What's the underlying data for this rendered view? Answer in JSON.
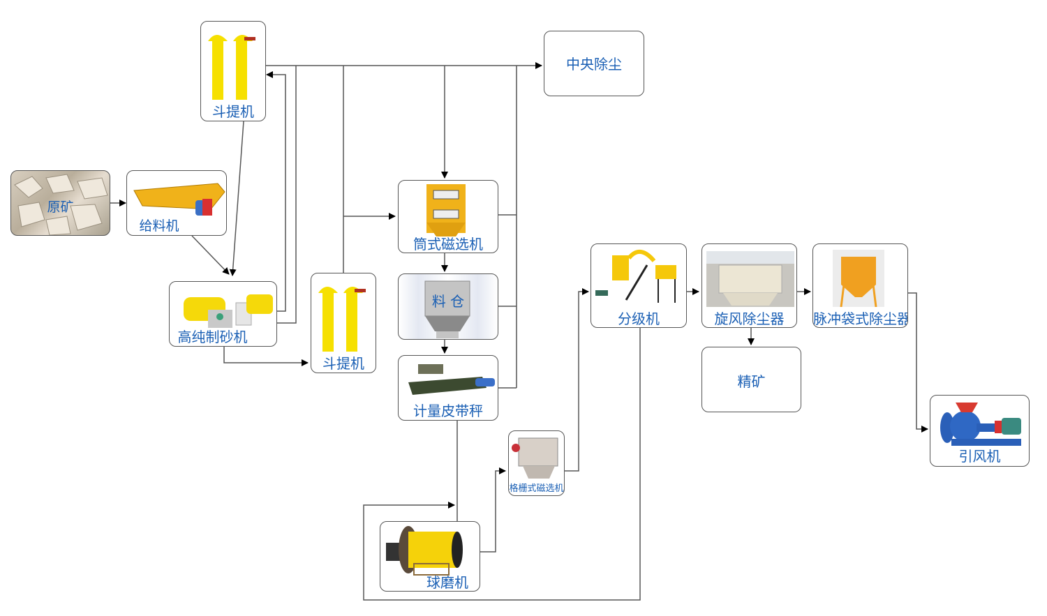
{
  "diagram": {
    "title": "高纯石英砂生产工艺流程",
    "colors": {
      "label": "#1a5fb4",
      "line": "#555555",
      "machine_yellow": "#f5d90a",
      "machine_orange": "#f0a020"
    },
    "nodes": {
      "raw_ore": {
        "label": "原矿",
        "icon": "rock-pile"
      },
      "feeder": {
        "label": "给料机",
        "icon": "vibrating-feeder"
      },
      "elevator_top": {
        "label": "斗提机",
        "icon": "bucket-elevator"
      },
      "sand_maker": {
        "label": "高纯制砂机",
        "icon": "sand-making-machine"
      },
      "elevator_mid": {
        "label": "斗提机",
        "icon": "bucket-elevator"
      },
      "drum_separator": {
        "label": "筒式磁选机",
        "icon": "drum-magnetic-separator"
      },
      "central_dust": {
        "label": "中央除尘"
      },
      "silo": {
        "label": "料 仓",
        "icon": "hopper"
      },
      "belt_scale": {
        "label": "计量皮带秤",
        "icon": "belt-scale"
      },
      "ball_mill": {
        "label": "球磨机",
        "icon": "ball-mill"
      },
      "grid_separator": {
        "label": "格栅式磁选机",
        "icon": "grid-magnetic-separator"
      },
      "classifier": {
        "label": "分级机",
        "icon": "classifier"
      },
      "cyclone": {
        "label": "旋风除尘器",
        "icon": "cyclone-dust-collector"
      },
      "concentrate": {
        "label": "精矿"
      },
      "pulse_bag": {
        "label": "脉冲袋式除尘器",
        "icon": "pulse-bag-filter"
      },
      "fan": {
        "label": "引风机",
        "icon": "induced-draft-fan"
      }
    },
    "edges": [
      [
        "原矿",
        "给料机"
      ],
      [
        "给料机",
        "高纯制砂机"
      ],
      [
        "斗提机",
        "高纯制砂机"
      ],
      [
        "高纯制砂机",
        "斗提机"
      ],
      [
        "高纯制砂机",
        "斗提机(中)"
      ],
      [
        "斗提机(中)",
        "筒式磁选机"
      ],
      [
        "斗提机",
        "筒式磁选机"
      ],
      [
        "斗提机",
        "中央除尘"
      ],
      [
        "筒式磁选机",
        "料仓"
      ],
      [
        "料仓",
        "计量皮带秤"
      ],
      [
        "计量皮带秤",
        "球磨机"
      ],
      [
        "球磨机",
        "格栅式磁选机"
      ],
      [
        "格栅式磁选机",
        "分级机"
      ],
      [
        "分级机",
        "球磨机"
      ],
      [
        "分级机",
        "旋风除尘器"
      ],
      [
        "旋风除尘器",
        "精矿"
      ],
      [
        "旋风除尘器",
        "脉冲袋式除尘器"
      ],
      [
        "脉冲袋式除尘器",
        "引风机"
      ]
    ]
  }
}
